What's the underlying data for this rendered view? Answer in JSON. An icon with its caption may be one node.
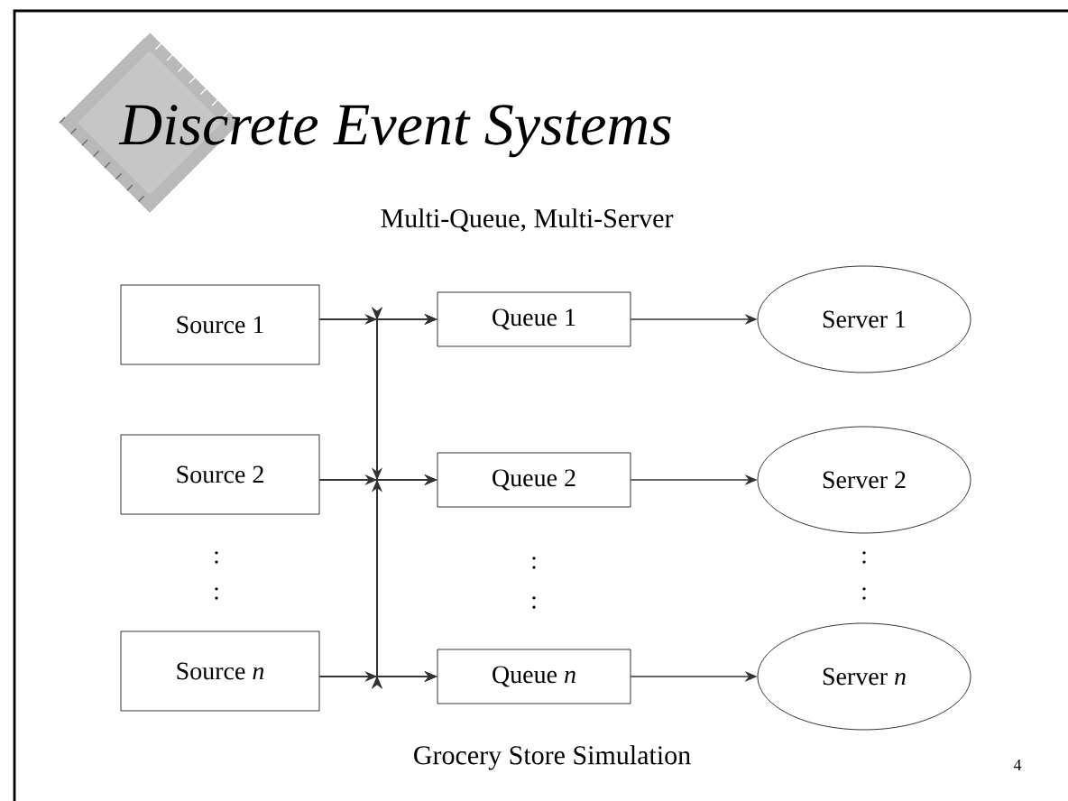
{
  "diagram": {
    "title": "Discrete Event Systems",
    "caption": "Grocery Store Simulation",
    "nodes": [
      {
        "text": [
          "Source 1"
        ]
      },
      {
        "text": [
          "Queue 1"
        ]
      },
      {
        "text": [
          "Server 1"
        ]
      },
      {
        "text": [
          "Source 2"
        ]
      },
      {
        "text": [
          "Queue 2"
        ]
      },
      {
        "text": [
          "Server 2"
        ]
      },
      {
        "text": [
          "Source *n*"
        ]
      },
      {
        "text": [
          "Queue *n*"
        ]
      },
      {
        "text": [
          "Server *n*"
        ]
      }
    ],
    "edges": [
      {
        "from": 0,
        "to": 1,
        "arrow": "to"
      },
      {
        "from": 0,
        "to": 4,
        "arrow": "to"
      },
      {
        "from": 0,
        "to": 7,
        "arrow": "to"
      },
      {
        "from": 3,
        "to": 1,
        "arrow": "to"
      },
      {
        "from": 3,
        "to": 4,
        "arrow": "to"
      },
      {
        "from": 3,
        "to": 7,
        "arrow": "to"
      },
      {
        "from": 6,
        "to": 1,
        "arrow": "to"
      },
      {
        "from": 6,
        "to": 4,
        "arrow": "to"
      },
      {
        "from": 6,
        "to": 7,
        "arrow": "to"
      },
      {
        "from": 1,
        "to": 2,
        "arrow": "to"
      },
      {
        "from": 4,
        "to": 5,
        "arrow": "to"
      },
      {
        "from": 7,
        "to": 8,
        "arrow": "to"
      }
    ],
    "labels": [
      "Multi-Queue, Multi-Server",
      ":",
      ":",
      ":",
      ":",
      ":",
      ":",
      "4"
    ]
  }
}
